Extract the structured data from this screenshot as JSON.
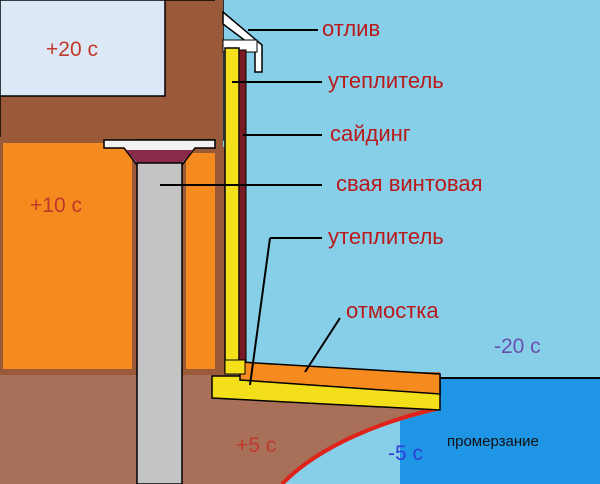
{
  "labels": {
    "otliv": "отлив",
    "uteplitel_top": "утеплитель",
    "siding": "сайдинг",
    "svaya": "свая винтовая",
    "uteplitel_bottom": "утеплитель",
    "otmostka": "отмостка",
    "promerzanie": "промерзание"
  },
  "temperatures": {
    "room": "+20 с",
    "underfloor": "+10 с",
    "outside_air": "-20 с",
    "soil_under": "+5 с",
    "frozen_soil": "-5 с"
  },
  "colors": {
    "sky": "#87cfe8",
    "orange": "#f58a1f",
    "wall_brown": "#9a5a3a",
    "soil": "#a87058",
    "frozen": "#1f95e6",
    "insulation": "#f4e01a",
    "siding": "#7a1a22",
    "pile": "#c4c4c4",
    "room_fill": "#dde8f6"
  }
}
